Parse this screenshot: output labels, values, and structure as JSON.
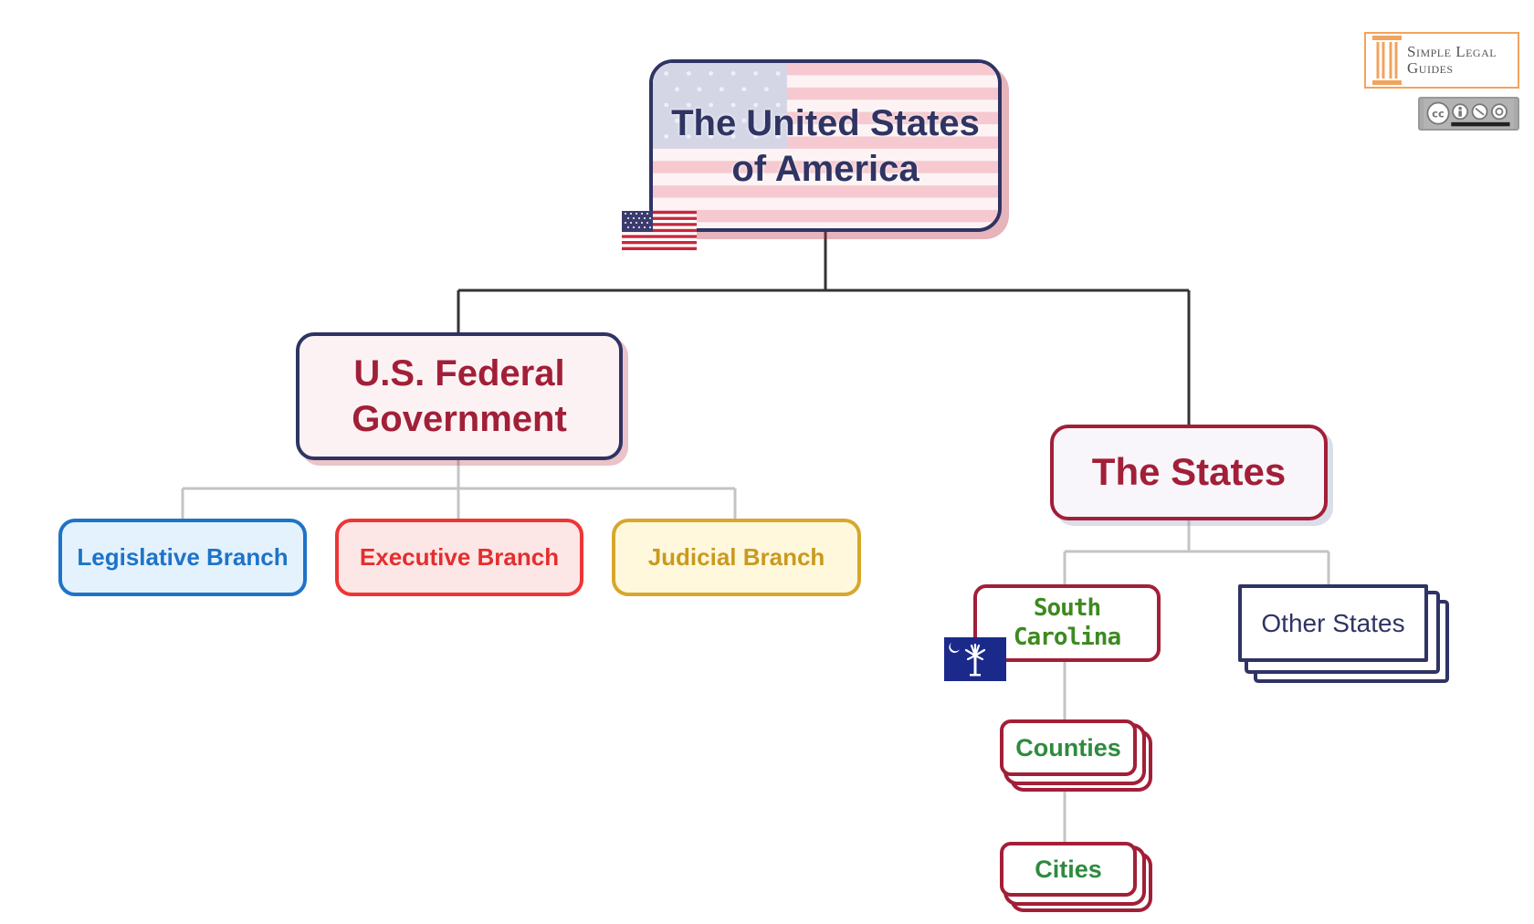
{
  "diagram": {
    "nodes": {
      "usa": {
        "line1": "The United States",
        "line2": "of America"
      },
      "federal": {
        "line1": "U.S. Federal",
        "line2": "Government"
      },
      "states": "The States",
      "legislative": "Legislative Branch",
      "executive": "Executive Branch",
      "judicial": "Judicial Branch",
      "south_carolina": "South Carolina",
      "other_states": "Other States",
      "counties": "Counties",
      "cities": "Cities"
    },
    "edges": [
      [
        "usa",
        "federal"
      ],
      [
        "usa",
        "states"
      ],
      [
        "federal",
        "legislative"
      ],
      [
        "federal",
        "executive"
      ],
      [
        "federal",
        "judicial"
      ],
      [
        "states",
        "south_carolina"
      ],
      [
        "states",
        "other_states"
      ],
      [
        "south_carolina",
        "counties"
      ],
      [
        "counties",
        "cities"
      ]
    ]
  },
  "logo": {
    "line1": "Simple Legal",
    "line2": "Guides"
  },
  "icons": {
    "us_flag": "us-flag-icon",
    "sc_flag": "south-carolina-flag-icon",
    "logo_mark": "pillar-logo-icon",
    "license": "creative-commons-by-nc-sa-icon"
  },
  "colors": {
    "navy": "#2f3463",
    "crimson": "#a21f38",
    "legislative_blue": "#1e73c8",
    "executive_red": "#ee3535",
    "judicial_gold": "#d7a72d",
    "local_green": "#2e8b3e",
    "logo_orange": "#f2a35e"
  }
}
